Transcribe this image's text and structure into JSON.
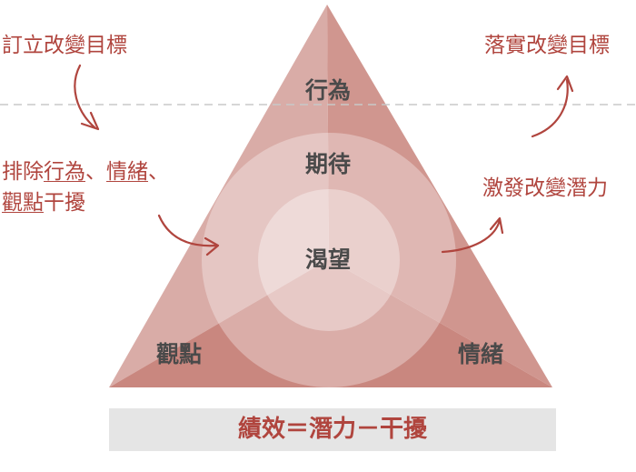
{
  "left": {
    "set_goal": "訂立改變目標",
    "remove_prefix": "排除",
    "behavior": "行為",
    "sep1": "、",
    "emotion": "情緒",
    "sep2": "、",
    "viewpoint": "觀點",
    "interference": "干擾"
  },
  "right": {
    "achieve_goal": "落實改變目標",
    "unleash_potential": "激發改變潛力"
  },
  "triangle": {
    "behavior": "行為",
    "expectation": "期待",
    "desire": "渴望",
    "viewpoint": "觀點",
    "emotion": "情緒"
  },
  "formula": "績效＝潛力－干擾",
  "colors": {
    "accent": "#b0453e",
    "upper_left": "#d9aca7",
    "upper_right": "#d0968f",
    "bottom": "#c9877f",
    "formula_bg": "#e5e5e5"
  }
}
